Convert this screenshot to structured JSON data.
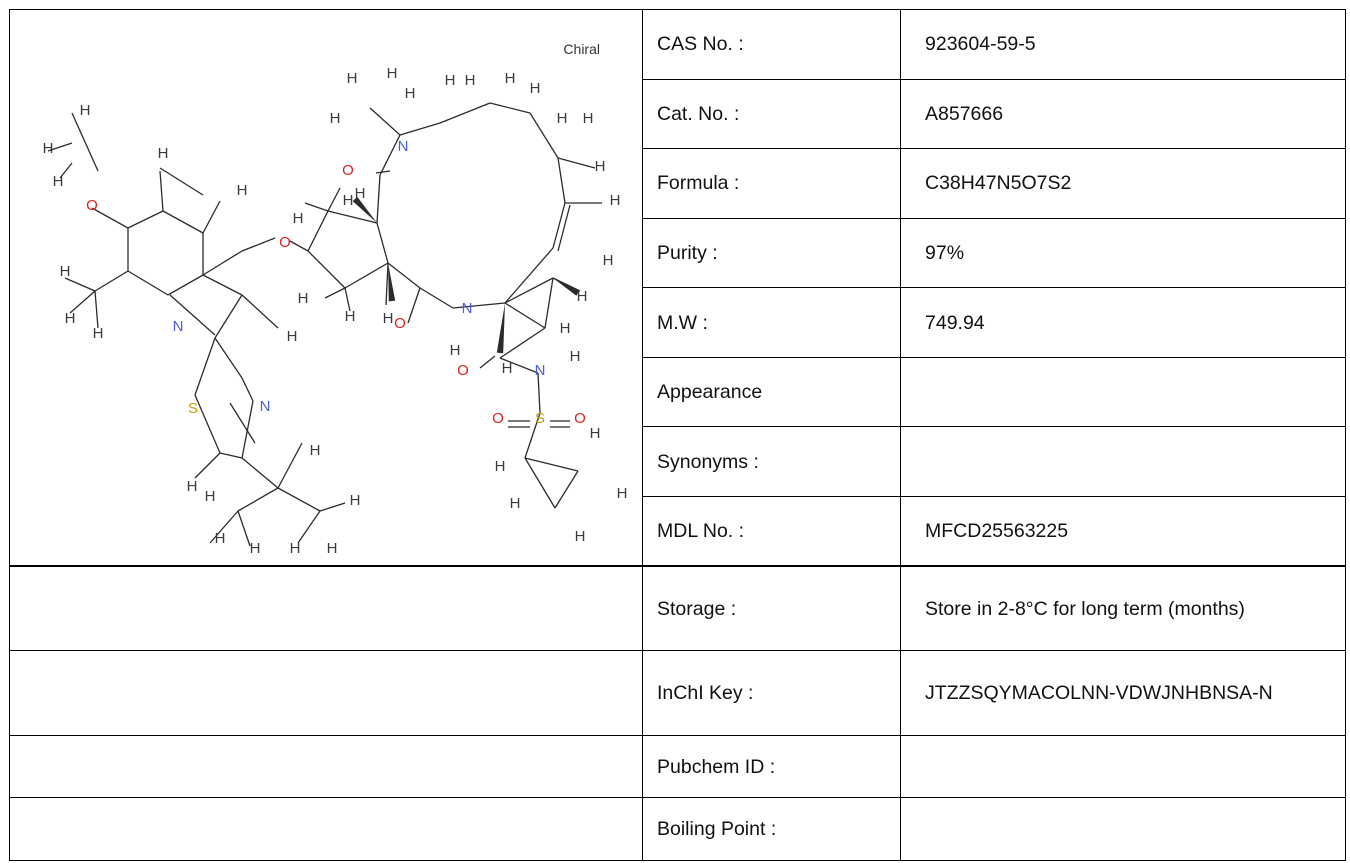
{
  "structure": {
    "chiral_label": "Chiral",
    "atom_colors": {
      "H": "#3a3a3a",
      "N": "#4a5ee0",
      "O": "#e02020",
      "S": "#c8a000",
      "bond": "#2b2b2b"
    }
  },
  "properties": [
    {
      "key": "cas",
      "label": "CAS No. :",
      "value": "923604-59-5"
    },
    {
      "key": "cat",
      "label": "Cat. No. :",
      "value": "A857666"
    },
    {
      "key": "formula",
      "label": "Formula :",
      "value": "C38H47N5O7S2"
    },
    {
      "key": "purity",
      "label": "Purity :",
      "value": "97%"
    },
    {
      "key": "mw",
      "label": "M.W :",
      "value": "749.94"
    },
    {
      "key": "appearance",
      "label": "Appearance",
      "value": ""
    },
    {
      "key": "synonyms",
      "label": "Synonyms :",
      "value": ""
    },
    {
      "key": "mdl",
      "label": "MDL No. :",
      "value": "MFCD25563225"
    },
    {
      "key": "storage",
      "label": "Storage :",
      "value": "Store in 2-8°C for long term (months)"
    },
    {
      "key": "inchi",
      "label": "InChI Key :",
      "value": "JTZZSQYMACOLNN-VDWJNHBNSA-N"
    },
    {
      "key": "pubchem",
      "label": "Pubchem ID :",
      "value": ""
    },
    {
      "key": "boiling",
      "label": "Boiling Point :",
      "value": ""
    }
  ]
}
